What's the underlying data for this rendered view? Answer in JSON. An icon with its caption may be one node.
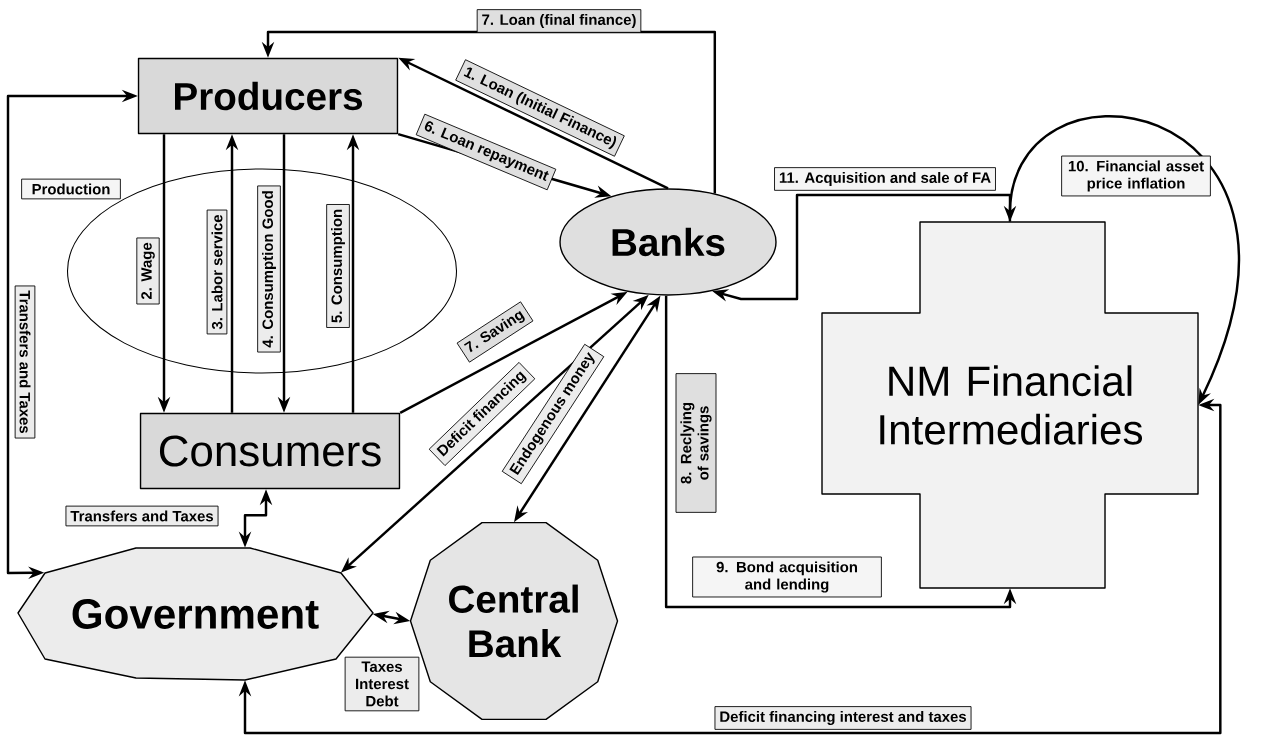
{
  "diagram": {
    "nodes": [
      {
        "text": [
          "Producers"
        ]
      },
      {
        "text": [
          "Banks"
        ]
      },
      {
        "text": [
          "Consumers"
        ]
      },
      {
        "text": [
          "Government"
        ]
      },
      {
        "text": [
          "Central Bank"
        ]
      },
      {
        "text": [
          "NM Financial Intermediaries"
        ]
      }
    ],
    "edges": [
      {
        "from": 1,
        "to": 0,
        "arrow": "to",
        "label": "7. Loan (final finance)"
      },
      {
        "from": 1,
        "to": 0,
        "arrow": "to",
        "label": "1. Loan (Initial Finance)"
      },
      {
        "from": 0,
        "to": 1,
        "arrow": "to",
        "label": "6. Loan repayment"
      },
      {
        "from": 0,
        "to": 2,
        "arrow": "to",
        "label": "2. Wage"
      },
      {
        "from": 2,
        "to": 0,
        "arrow": "to",
        "label": "3. Labor service"
      },
      {
        "from": 0,
        "to": 2,
        "arrow": "to",
        "label": "4. Consumption Good"
      },
      {
        "from": 2,
        "to": 0,
        "arrow": "to",
        "label": "5. Consumption"
      },
      {
        "from": 2,
        "to": 1,
        "arrow": "to",
        "label": "7. Saving"
      },
      {
        "from": 1,
        "to": 3,
        "arrow": "both",
        "label": "Deficit financing"
      },
      {
        "from": 1,
        "to": 4,
        "arrow": "both",
        "label": "Endogenous money"
      },
      {
        "from": 3,
        "to": 0,
        "arrow": "both",
        "label": "Transfers and Taxes"
      },
      {
        "from": 2,
        "to": 3,
        "arrow": "both",
        "label": "Transfers and Taxes"
      },
      {
        "from": 3,
        "to": 4,
        "arrow": "both",
        "label": "Taxes Interest Debt"
      },
      {
        "from": 5,
        "to": 3,
        "arrow": "both",
        "label": "Deficit financing interest and taxes"
      },
      {
        "from": 1,
        "to": 5,
        "arrow": "to",
        "label": "8. Reclying of savings"
      },
      {
        "from": 5,
        "to": 1,
        "arrow": "both",
        "label": "11. Acquisition and sale of FA"
      },
      {
        "from": 5,
        "to": 5,
        "arrow": "to",
        "label": "10. Financial asset price inflation"
      }
    ],
    "labels": [
      "Production",
      "9. Bond acquisition and lending"
    ]
  }
}
